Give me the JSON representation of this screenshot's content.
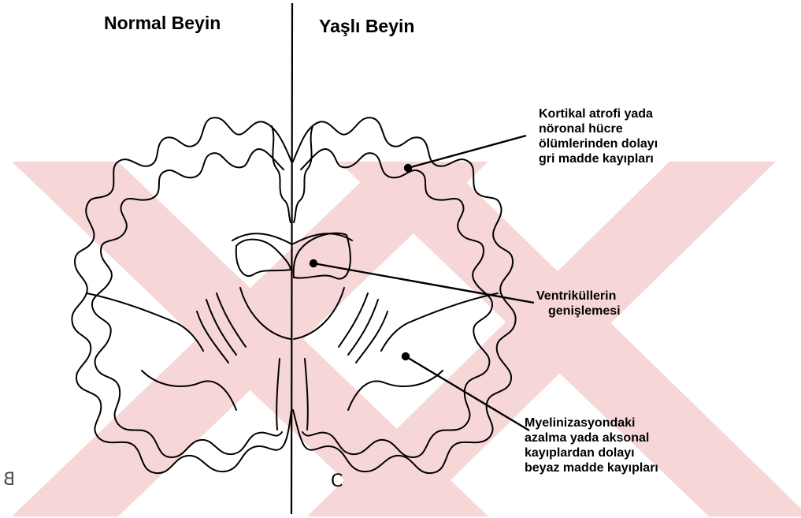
{
  "headings": {
    "left": "Normal Beyin",
    "right": "Yaşlı Beyin"
  },
  "annotations": {
    "gray_matter": [
      "Kortikal atrofi yada",
      "nöronal hücre",
      "ölümlerinden dolayı",
      "gri  madde kayıpları"
    ],
    "ventricles": [
      "Ventriküllerin",
      "genişlemesi"
    ],
    "white_matter": [
      "Myelinizasyondaki",
      "azalma yada aksonal",
      "kayıplardan dolayı",
      "beyaz madde kayıpları"
    ]
  },
  "panel_labels": {
    "left": "B",
    "right": "C"
  },
  "colors": {
    "ink": "#000000",
    "watermark": "#f3c9c9",
    "background": "#ffffff"
  },
  "watermark_icon": "double-x-watermark-icon"
}
